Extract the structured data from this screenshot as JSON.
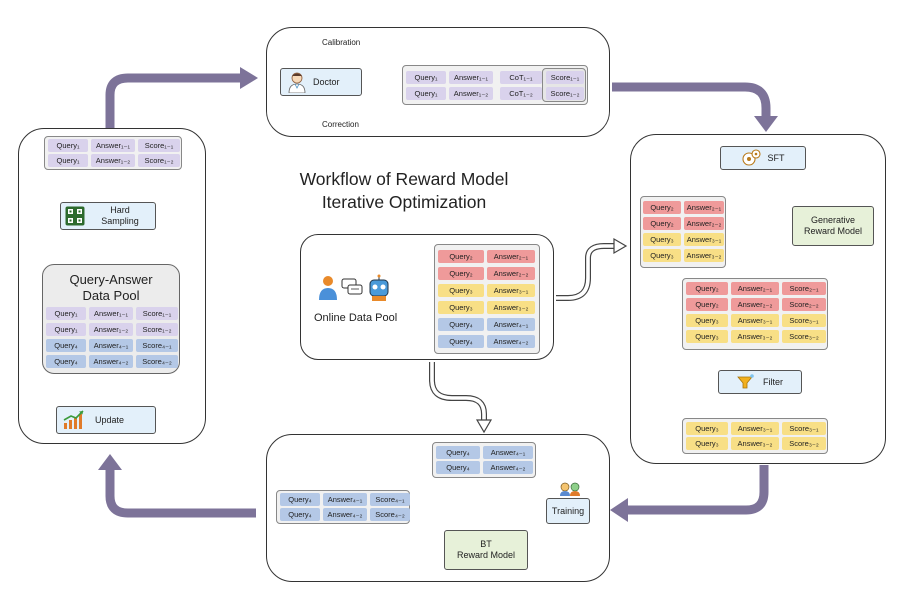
{
  "title": {
    "line1": "Workflow of Reward Model",
    "line2": "Iterative Optimization"
  },
  "top_panel": {
    "doctor": "Doctor",
    "calibration": "Calibration",
    "correction": "Correction",
    "rows": [
      {
        "q": "Query₁",
        "a": "Answer₁₋₁",
        "cot": "CoT₁₋₁",
        "s": "Score₁₋₁"
      },
      {
        "q": "Query₁",
        "a": "Answer₁₋₂",
        "cot": "CoT₁₋₂",
        "s": "Score₁₋₂"
      }
    ]
  },
  "left_panel": {
    "top_rows": [
      {
        "q": "Query₁",
        "a": "Answer₁₋₁",
        "s": "Score₁₋₁"
      },
      {
        "q": "Query₁",
        "a": "Answer₁₋₂",
        "s": "Score₁₋₂"
      }
    ],
    "hard_sampling_line1": "Hard",
    "hard_sampling_line2": "Sampling",
    "pool_title_line1": "Query-Answer",
    "pool_title_line2": "Data Pool",
    "pool_rows": [
      {
        "q": "Query₁",
        "a": "Answer₁₋₁",
        "s": "Score₁₋₁",
        "color": "purple"
      },
      {
        "q": "Query₁",
        "a": "Answer₁₋₂",
        "s": "Score₁₋₂",
        "color": "purple"
      },
      {
        "q": "Query₄",
        "a": "Answer₄₋₁",
        "s": "Score₄₋₁",
        "color": "blue"
      },
      {
        "q": "Query₄",
        "a": "Answer₄₋₂",
        "s": "Score₄₋₂",
        "color": "blue"
      }
    ],
    "update": "Update"
  },
  "center_panel": {
    "label": "Online Data Pool",
    "rows": [
      {
        "q": "Query₂",
        "a": "Answer₂₋₁",
        "color": "red"
      },
      {
        "q": "Query₂",
        "a": "Answer₂₋₂",
        "color": "red"
      },
      {
        "q": "Query₃",
        "a": "Answer₃₋₁",
        "color": "yellow"
      },
      {
        "q": "Query₃",
        "a": "Answer₃₋₂",
        "color": "yellow"
      },
      {
        "q": "Query₄",
        "a": "Answer₄₋₁",
        "color": "blue"
      },
      {
        "q": "Query₄",
        "a": "Answer₄₋₂",
        "color": "blue"
      }
    ]
  },
  "right_panel": {
    "sft": "SFT",
    "generative_line1": "Generative",
    "generative_line2": "Reward Model",
    "input_rows": [
      {
        "q": "Query₂",
        "a": "Answer₂₋₁",
        "color": "red"
      },
      {
        "q": "Query₂",
        "a": "Answer₂₋₂",
        "color": "red"
      },
      {
        "q": "Query₃",
        "a": "Answer₃₋₁",
        "color": "yellow"
      },
      {
        "q": "Query₃",
        "a": "Answer₃₋₂",
        "color": "yellow"
      }
    ],
    "scored_rows": [
      {
        "q": "Query₂",
        "a": "Answer₂₋₁",
        "s": "Score₂₋₁",
        "color": "red"
      },
      {
        "q": "Query₂",
        "a": "Answer₂₋₂",
        "s": "Score₂₋₂",
        "color": "red"
      },
      {
        "q": "Query₃",
        "a": "Answer₃₋₁",
        "s": "Score₃₋₁",
        "color": "yellow"
      },
      {
        "q": "Query₃",
        "a": "Answer₃₋₂",
        "s": "Score₃₋₂",
        "color": "yellow"
      }
    ],
    "filter": "Filter",
    "filtered_rows": [
      {
        "q": "Query₃",
        "a": "Answer₃₋₁",
        "s": "Score₃₋₁",
        "color": "yellow"
      },
      {
        "q": "Query₃",
        "a": "Answer₃₋₂",
        "s": "Score₃₋₂",
        "color": "yellow"
      }
    ]
  },
  "bottom_panel": {
    "input_rows": [
      {
        "q": "Query₄",
        "a": "Answer₄₋₁",
        "color": "blue"
      },
      {
        "q": "Query₄",
        "a": "Answer₄₋₂",
        "color": "blue"
      }
    ],
    "output_rows": [
      {
        "q": "Query₄",
        "a": "Answer₄₋₁",
        "s": "Score₄₋₁",
        "color": "blue"
      },
      {
        "q": "Query₄",
        "a": "Answer₄₋₂",
        "s": "Score₄₋₂",
        "color": "blue"
      }
    ],
    "training": "Training",
    "bt_line1": "BT",
    "bt_line2": "Reward Model"
  },
  "colors": {
    "flow_arrow": "#7d7399",
    "purple": "#d9d2ec",
    "red": "#ef9a9a",
    "yellow": "#f8df86",
    "blue": "#b4c8e6",
    "box_blue": "#e3f0fa",
    "box_green": "#e7f1d9"
  }
}
